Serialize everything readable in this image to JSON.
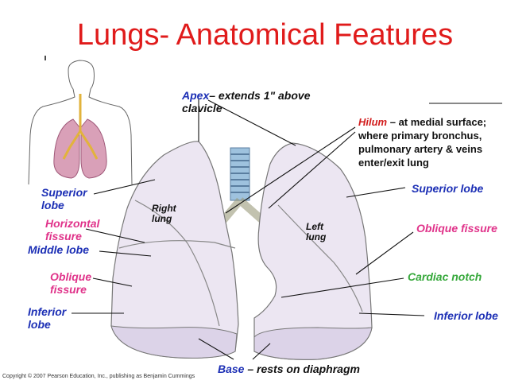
{
  "title": "Lungs- Anatomical Features",
  "labels": {
    "apex_term": "Apex",
    "apex_desc_l1": "– extends 1\" above",
    "apex_desc_l2": "clavicle",
    "hilum_term": "Hilum",
    "hilum_l1": " – at medial surface;",
    "hilum_l2": "where primary bronchus,",
    "hilum_l3": "pulmonary artery & veins",
    "hilum_l4": "enter/exit lung",
    "superior_lobe_left_l1": "Superior",
    "superior_lobe_left_l2": "lobe",
    "horizontal_fissure_l1": "Horizontal",
    "horizontal_fissure_l2": "fissure",
    "middle_lobe": "Middle lobe",
    "oblique_fissure_left_l1": "Oblique",
    "oblique_fissure_left_l2": "fissure",
    "inferior_lobe_left_l1": "Inferior",
    "inferior_lobe_left_l2": "lobe",
    "superior_lobe_right": "Superior lobe",
    "oblique_fissure_right": "Oblique fissure",
    "cardiac_notch": "Cardiac notch",
    "inferior_lobe_right": "Inferior lobe",
    "base_term": "Base",
    "base_desc": " – rests on diaphragm",
    "right_lung_l1": "Right",
    "right_lung_l2": "lung",
    "left_lung_l1": "Left",
    "left_lung_l2": "lung"
  },
  "copyright": "Copyright © 2007 Pearson Education, Inc., publishing as Benjamin Cummings",
  "colors": {
    "title": "#e01b1b",
    "term_blue": "#1c2fb5",
    "term_pink": "#e0338a",
    "term_green": "#35a83a",
    "term_red": "#d21c1c",
    "lung_fill": "#ece6f2"
  }
}
